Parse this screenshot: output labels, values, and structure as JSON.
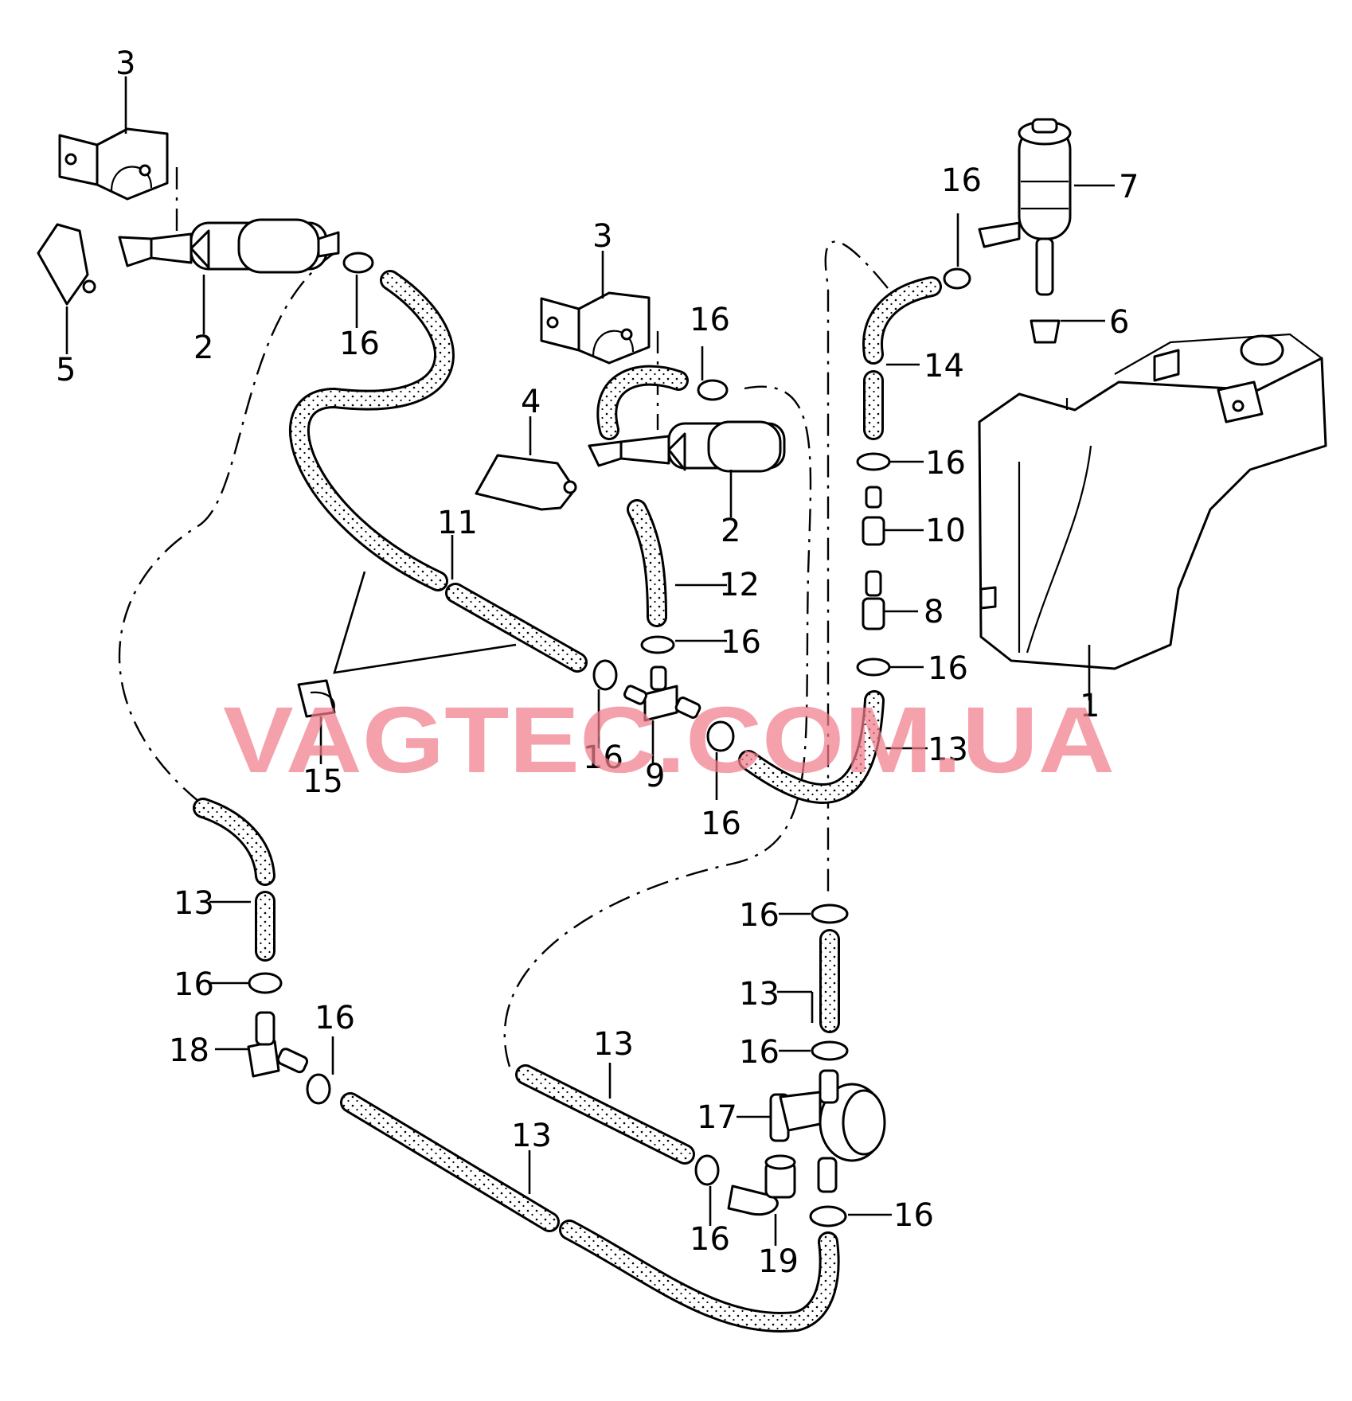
{
  "callouts": {
    "c1": "1",
    "c2a": "2",
    "c2b": "2",
    "c3a": "3",
    "c3b": "3",
    "c4": "4",
    "c5": "5",
    "c6": "6",
    "c7": "7",
    "c8": "8",
    "c9": "9",
    "c10": "10",
    "c11": "11",
    "c12": "12",
    "c13a": "13",
    "c13b": "13",
    "c13c": "13",
    "c13d": "13",
    "c13e": "13",
    "c14": "14",
    "c15": "15",
    "c16a": "16",
    "c16b": "16",
    "c16c": "16",
    "c16d": "16",
    "c16e": "16",
    "c16f": "16",
    "c16g": "16",
    "c16h": "16",
    "c16i": "16",
    "c16j": "16",
    "c16k": "16",
    "c16l": "16",
    "c16m": "16",
    "c16n": "16",
    "c17": "17",
    "c18": "18",
    "c19": "19"
  },
  "watermark": "VAGTEC.COM.UA"
}
